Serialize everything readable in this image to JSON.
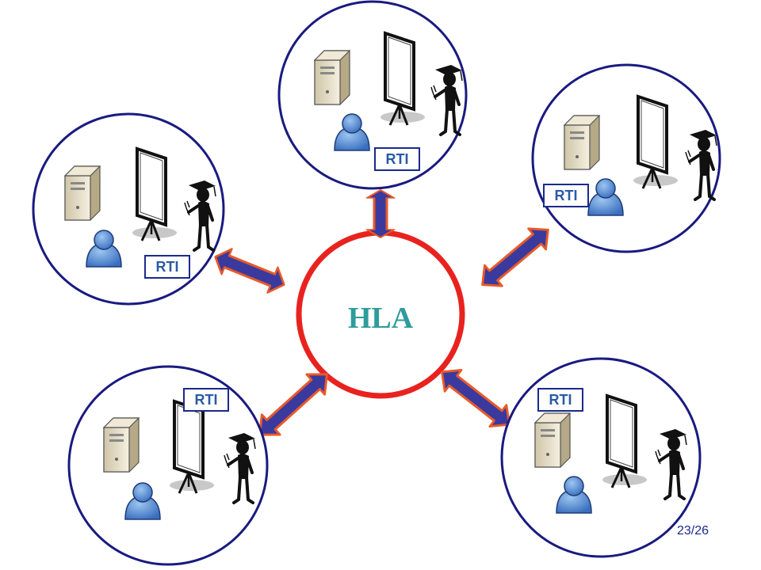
{
  "hub": {
    "label": "HLA"
  },
  "federates": [
    {
      "id": "top",
      "rti_label": "RTI"
    },
    {
      "id": "upper-right",
      "rti_label": "RTI"
    },
    {
      "id": "left",
      "rti_label": "RTI"
    },
    {
      "id": "lower-left",
      "rti_label": "RTI"
    },
    {
      "id": "lower-right",
      "rti_label": "RTI"
    }
  ],
  "slide": {
    "page_number": "23/26"
  },
  "colors": {
    "hub_ring": "#e8231f",
    "federate_ring": "#1a1a80",
    "arrow_fill": "#3a3a9e",
    "arrow_edge": "#e85a2a",
    "hla_text": "#2e9c9c",
    "rti_text": "#2a5aa8"
  },
  "icons": [
    "server-tower-icon",
    "projection-screen-icon",
    "graduate-figure-icon",
    "user-avatar-icon"
  ]
}
